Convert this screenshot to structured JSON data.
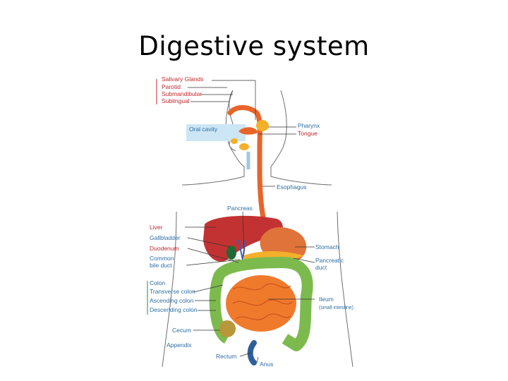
{
  "title": "Digestive system",
  "labels": {
    "salivary_glands": "Salivary Glands",
    "parotid": "Parotid",
    "submandibular": "Submandibular",
    "sublingual": "Sublingual",
    "oral_cavity": "Oral cavity",
    "pharynx": "Pharynx",
    "tongue": "Tongue",
    "esophagus": "Esophagus",
    "pancreas": "Pancreas",
    "liver": "Liver",
    "gallbladder": "Gallbladder",
    "duodenum": "Duodenum",
    "common_bile_duct_1": "Common",
    "common_bile_duct_2": "bile duct",
    "stomach": "Stomach",
    "pancreatic_duct_1": "Pancreatic",
    "pancreatic_duct_2": "duct",
    "colon": "Colon",
    "transverse_colon": "Transverse colon",
    "ascending_colon": "Ascending colon",
    "descending_colon": "Descending colon",
    "ileum": "Ileum",
    "small_intestine": "(small intestine)",
    "cecum": "Cecum",
    "appendix": "Appendix",
    "rectum": "Rectum",
    "anus": "Anus"
  },
  "colors": {
    "label_red": "#c0272d",
    "label_blue": "#2e6da4",
    "esophagus": "#e8642a",
    "liver": "#c33232",
    "stomach": "#e0733a",
    "small_intestine": "#f07a2c",
    "colon": "#7cba4e",
    "glands": "#f3b02a"
  }
}
